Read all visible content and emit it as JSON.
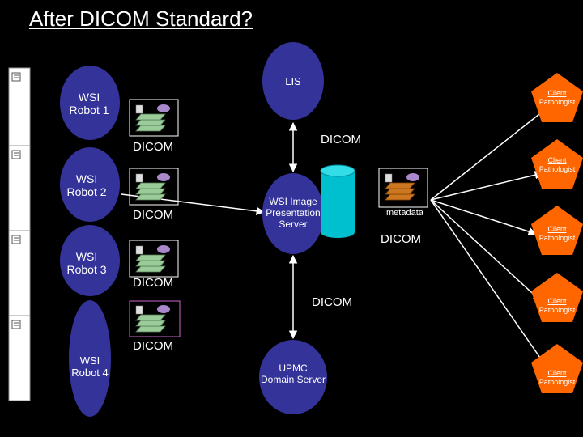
{
  "title": "After DICOM Standard?",
  "nodes": {
    "lis": "LIS",
    "wsi_server": [
      "WSI Image",
      "Presentation",
      "Server"
    ],
    "upmc": [
      "UPMC",
      "Domain Server"
    ],
    "robot1": [
      "WSI",
      "Robot 1"
    ],
    "robot2": [
      "WSI",
      "Robot 2"
    ],
    "robot3": [
      "WSI",
      "Robot 3"
    ],
    "robot4": [
      "WSI",
      "Robot 4"
    ]
  },
  "dicom_label": "DICOM",
  "metadata_label": "metadata",
  "client": [
    "Client",
    "Pathologist"
  ],
  "colors": {
    "background": "#000000",
    "node_fill": "#33339a",
    "client_fill": "#ff6600",
    "database_fill": "#00c0d0",
    "arrow": "#ffffff",
    "slide_fill": "#99cc99"
  }
}
